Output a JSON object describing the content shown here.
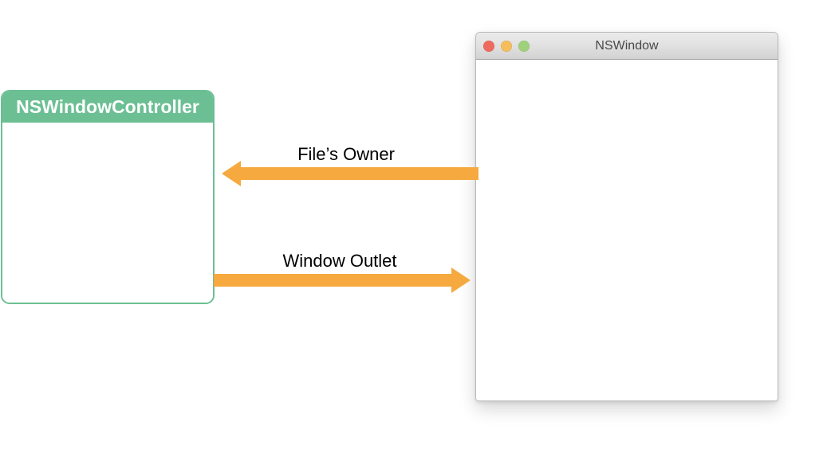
{
  "diagram": {
    "title": "NSWindowController and NSWindow relationship",
    "background_color": "#FFFFFF",
    "controller": {
      "header_label": "NSWindowController",
      "header_color": "#6BBF93",
      "border_color": "#6BBF93",
      "body_color": "#FFFFFF",
      "header_text_color": "#FFFFFF"
    },
    "window": {
      "title": "NSWindow",
      "title_color": "#484848",
      "titlebar_gradient_top": "#EBEBEB",
      "titlebar_gradient_bottom": "#D2D2D2",
      "body_color": "#FFFFFF",
      "border_color": "#B9B9B9",
      "traffic_lights": [
        {
          "name": "close-button",
          "color": "#EE6A5F"
        },
        {
          "name": "minimize-button",
          "color": "#F5BD5C"
        },
        {
          "name": "zoom-button",
          "color": "#9FD07C"
        }
      ]
    },
    "connections": [
      {
        "label": "File’s Owner",
        "direction": "left",
        "from": "NSWindow",
        "to": "NSWindowController",
        "color": "#F5A93F"
      },
      {
        "label": "Window Outlet",
        "direction": "right",
        "from": "NSWindowController",
        "to": "NSWindow",
        "color": "#F5A93F"
      }
    ]
  }
}
